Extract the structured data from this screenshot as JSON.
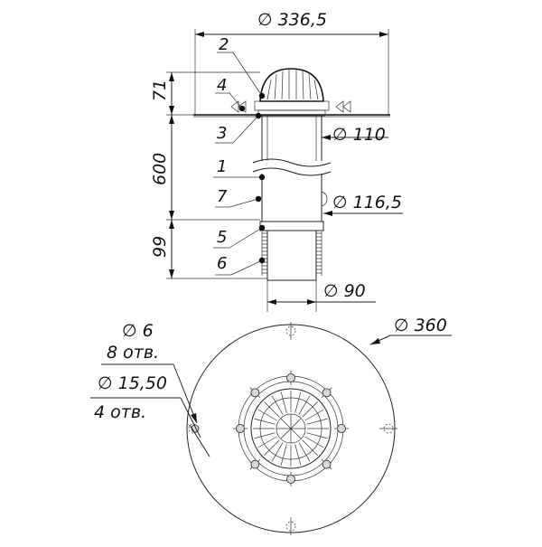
{
  "dimensions": {
    "top_width": "∅ 336,5",
    "height_71": "71",
    "height_600": "600",
    "height_99": "99",
    "pipe_110": "∅ 110",
    "pipe_116": "∅ 116,5",
    "pipe_90": "∅ 90",
    "flange_360": "∅ 360",
    "hole_6": "∅ 6",
    "holes_8": "8 отв.",
    "hole_15": "∅ 15,50",
    "holes_4": "4 отв."
  },
  "callouts": [
    "2",
    "4",
    "3",
    "1",
    "7",
    "5",
    "6"
  ]
}
